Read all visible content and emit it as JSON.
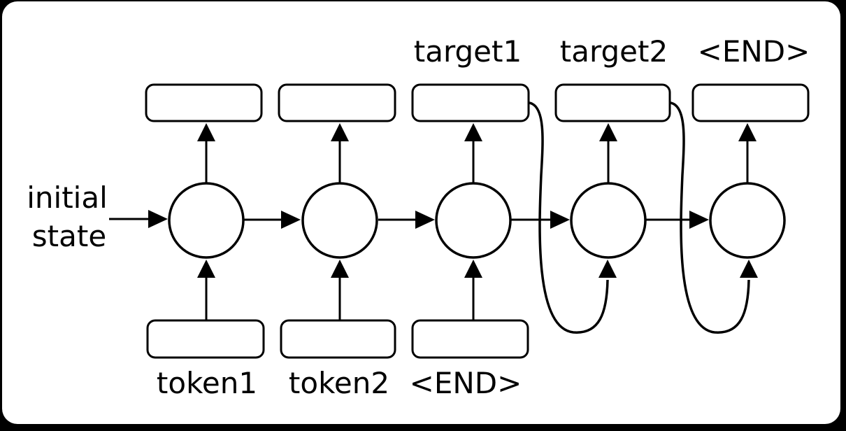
{
  "diagram": {
    "title": "sequence-to-sequence RNN unrolled diagram",
    "type": "encoder-decoder RNN",
    "labels": {
      "initial_state_line1": "initial",
      "initial_state_line2": "state",
      "input_tokens": [
        "token1",
        "token2",
        "<END>"
      ],
      "output_tokens": [
        "target1",
        "target2",
        "<END>"
      ]
    },
    "structure": {
      "rnn_cells": 5,
      "output_boxes": 5,
      "input_boxes": 3,
      "feedback_arrows": 2,
      "feedback_note": "outputs of step 3 and step 4 feed back as inputs of steps 4 and 5"
    },
    "colors": {
      "background": "#000000",
      "canvas": "#ffffff",
      "stroke": "#000000"
    }
  }
}
